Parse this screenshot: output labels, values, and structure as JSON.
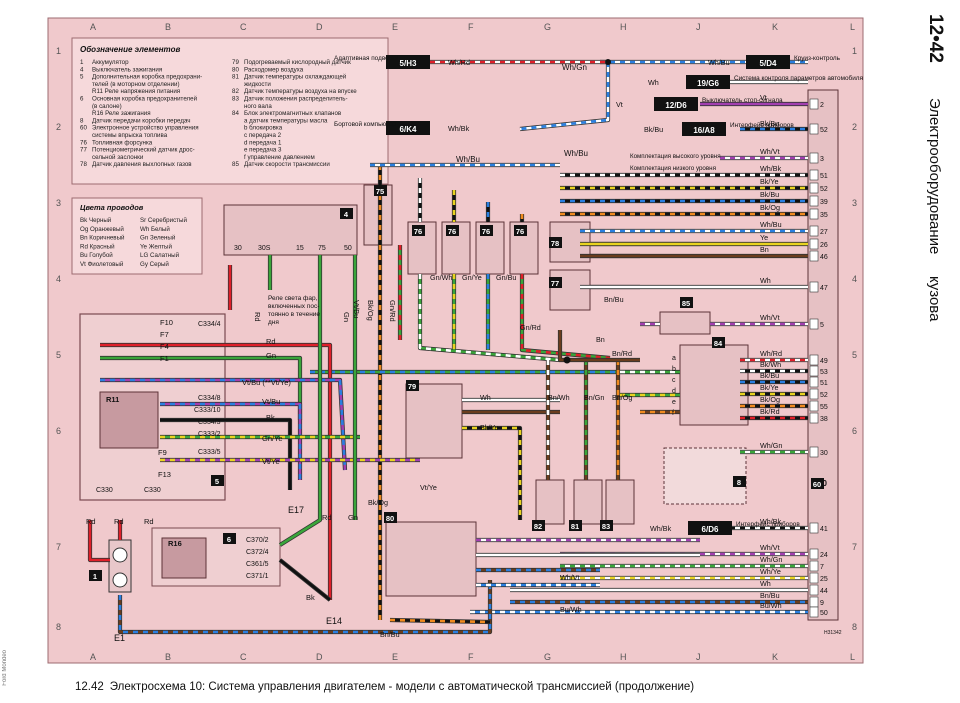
{
  "page": {
    "side_number": "12•42",
    "side_title_a": "Электрооборудование",
    "side_title_b": "кузова",
    "brand": "Ford Mondeo",
    "code": "H31342"
  },
  "caption": {
    "number": "12.42",
    "text": "Электросхема 10: Система управления двигателем - модели с автоматической трансмиссией (продолжение)"
  },
  "grid": {
    "columns": [
      "A",
      "B",
      "C",
      "D",
      "E",
      "F",
      "G",
      "H",
      "J",
      "K",
      "L"
    ],
    "rows": [
      "1",
      "2",
      "3",
      "4",
      "5",
      "6",
      "7",
      "8"
    ]
  },
  "legend_elements": {
    "title": "Обозначение элементов",
    "items": [
      {
        "n": "1",
        "t": "Аккумулятор"
      },
      {
        "n": "4",
        "t": "Выключатель зажигания"
      },
      {
        "n": "5",
        "t": "Дополнительная коробка предохрани-"
      },
      {
        "n": "",
        "t": "телей (в моторном отделении)"
      },
      {
        "n": "",
        "t": "R11 Реле напряжения питания"
      },
      {
        "n": "6",
        "t": "Основная коробка предохранителей"
      },
      {
        "n": "",
        "t": "(в салоне)"
      },
      {
        "n": "",
        "t": "R16 Реле зажигания"
      },
      {
        "n": "8",
        "t": "Датчик передачи коробки передач"
      },
      {
        "n": "60",
        "t": "Электронное устройство управления"
      },
      {
        "n": "",
        "t": "системы впрыска топлива"
      },
      {
        "n": "76",
        "t": "Топливная форсунка"
      },
      {
        "n": "77",
        "t": "Потенциометрический датчик дрос-"
      },
      {
        "n": "",
        "t": "сельной заслонки"
      },
      {
        "n": "78",
        "t": "Датчик давления выхлопных газов"
      },
      {
        "n": "79",
        "t": "Подогреваемый кислородный датчик"
      },
      {
        "n": "80",
        "t": "Расходомер воздуха"
      },
      {
        "n": "81",
        "t": "Датчик температуры охлаждающей"
      },
      {
        "n": "",
        "t": "жидкости"
      },
      {
        "n": "82",
        "t": "Датчик температуры воздуха на впуске"
      },
      {
        "n": "83",
        "t": "Датчик положения распределитель-"
      },
      {
        "n": "",
        "t": "ного вала"
      },
      {
        "n": "84",
        "t": "Блок электромагнитных клапанов"
      },
      {
        "n": "",
        "t": "a датчик температуры масла"
      },
      {
        "n": "",
        "t": "b блокировка"
      },
      {
        "n": "",
        "t": "c передача 2"
      },
      {
        "n": "",
        "t": "d передача 1"
      },
      {
        "n": "",
        "t": "e передача 3"
      },
      {
        "n": "",
        "t": "f управление давлением"
      },
      {
        "n": "85",
        "t": "Датчик скорости трансмиссии"
      }
    ]
  },
  "legend_colors": {
    "title": "Цвета проводов",
    "rows": [
      [
        "Bk Черный",
        "Sr Серебристый"
      ],
      [
        "Og Оранжевый",
        "Wh Белый"
      ],
      [
        "Bn Коричневый",
        "Gn Зеленый"
      ],
      [
        "Rd Красный",
        "Ye Желтый"
      ],
      [
        "Bu Голубой",
        "LG Салатный"
      ],
      [
        "Vt Фиолетовый",
        "Gy Серый"
      ]
    ]
  },
  "connector_refs": [
    {
      "code": "5/H3",
      "label": "Адаптивная подвеска",
      "wire": "Wh/Rd"
    },
    {
      "code": "6/K4",
      "label": "Бортовой компьютер",
      "wire": "Wh/Bk"
    },
    {
      "code": "5/D4",
      "label": "Круиз-контроль",
      "wire": "Wh/Bu"
    },
    {
      "code": "19/G6",
      "label": "Система контроля параметров автомобиля",
      "wire": "Wh"
    },
    {
      "code": "12/D6",
      "label": "Выключатель стоп-сигнала",
      "wire": "Vt"
    },
    {
      "code": "16/A8",
      "label": "Интерфейс приборов",
      "wire": "Bk/Bu"
    },
    {
      "code": "6/D6",
      "label": "Интерфейс приборов",
      "wire": "Wh/Bk"
    }
  ],
  "ecu_pins": [
    "2",
    "52",
    "3",
    "51",
    "52",
    "39",
    "35",
    "27",
    "26",
    "46",
    "47",
    "5",
    "49",
    "53",
    "51",
    "52",
    "55",
    "38",
    "30",
    "41",
    "24",
    "7",
    "25",
    "44",
    "9",
    "50"
  ],
  "right_wires": [
    "Vt",
    "Bk/Bu",
    "Wh/Vt",
    "Wh/Bk",
    "Bk/Ye",
    "Bk/Bu",
    "Bk/Og",
    "Wh/Bu",
    "Ye",
    "Bn",
    "Wh",
    "Wh/Vt",
    "Wh/Rd",
    "Bk/Wh",
    "Bk/Bu",
    "Bk/Ye",
    "Bk/Og",
    "Bk/Rd",
    "Wh/Gn",
    "Wh/Bk",
    "Wh/Vt",
    "Wh/Gn",
    "Wh/Ye",
    "Wh",
    "Bn/Bu",
    "Bu/Wh"
  ],
  "notes": {
    "wh_gn": "Wh/Gn",
    "wh_bu_low": "Wh/Bu",
    "wh_bu_mid": "Wh/Bu",
    "high_level": "Комплектация высокого уровня",
    "low_level": "Комплектация низкого уровня",
    "relay_note": [
      "Реле света фар,",
      "включенных пос-",
      "тоянно в течение",
      "дня"
    ]
  },
  "fuse_box": {
    "fuses": [
      "F10",
      "F7",
      "F4",
      "F1",
      "F9",
      "F13"
    ],
    "connectors": [
      "C334/4",
      "C334/8",
      "C333/10",
      "C334/3",
      "C333/2",
      "C333/5",
      "C330",
      "C330"
    ],
    "wires": [
      "Rd",
      "Gn",
      "Vt/Bu (**Vt/Ye)",
      "Vt/Bu",
      "Bk",
      "Gn/Ye",
      "Vt/Ye",
      "Rd",
      "Rd",
      "Rd"
    ],
    "relay": "R11"
  },
  "ign_switch": {
    "terminals": [
      "30",
      "30S",
      "15",
      "75",
      "50"
    ],
    "wires": [
      "Rd",
      "Gn",
      "Vt/Bu",
      "Bk/Og",
      "Gn/Rd"
    ]
  },
  "relay_box": {
    "relay": "R16",
    "connectors": [
      "C370/2",
      "C372/4",
      "C361/5",
      "C371/1"
    ],
    "wires": [
      "Rd",
      "Gn",
      "Bk"
    ]
  },
  "grounds": {
    "e1": "E1",
    "e14": "E14",
    "e17": "E17"
  },
  "center_wires": [
    "Gn/Wh",
    "Gn/Ye",
    "Gn/Bu",
    "Gn/Rd",
    "Bn/Wh",
    "Bn/Gn",
    "Bn/Og",
    "Bn/Rd",
    "Bn/Bu",
    "Bn",
    "Wh",
    "Bk/Ye",
    "Vt/Ye",
    "Bk/Og",
    "Bn/Bu",
    "Wh/Vt",
    "Bu/Wh"
  ],
  "components": [
    "1",
    "4",
    "5",
    "6",
    "8",
    "60",
    "75",
    "76",
    "76",
    "76",
    "76",
    "77",
    "78",
    "79",
    "80",
    "81",
    "82",
    "83",
    "84",
    "85"
  ],
  "sensor84_letters": [
    "a",
    "b",
    "c",
    "d",
    "e",
    "f"
  ]
}
